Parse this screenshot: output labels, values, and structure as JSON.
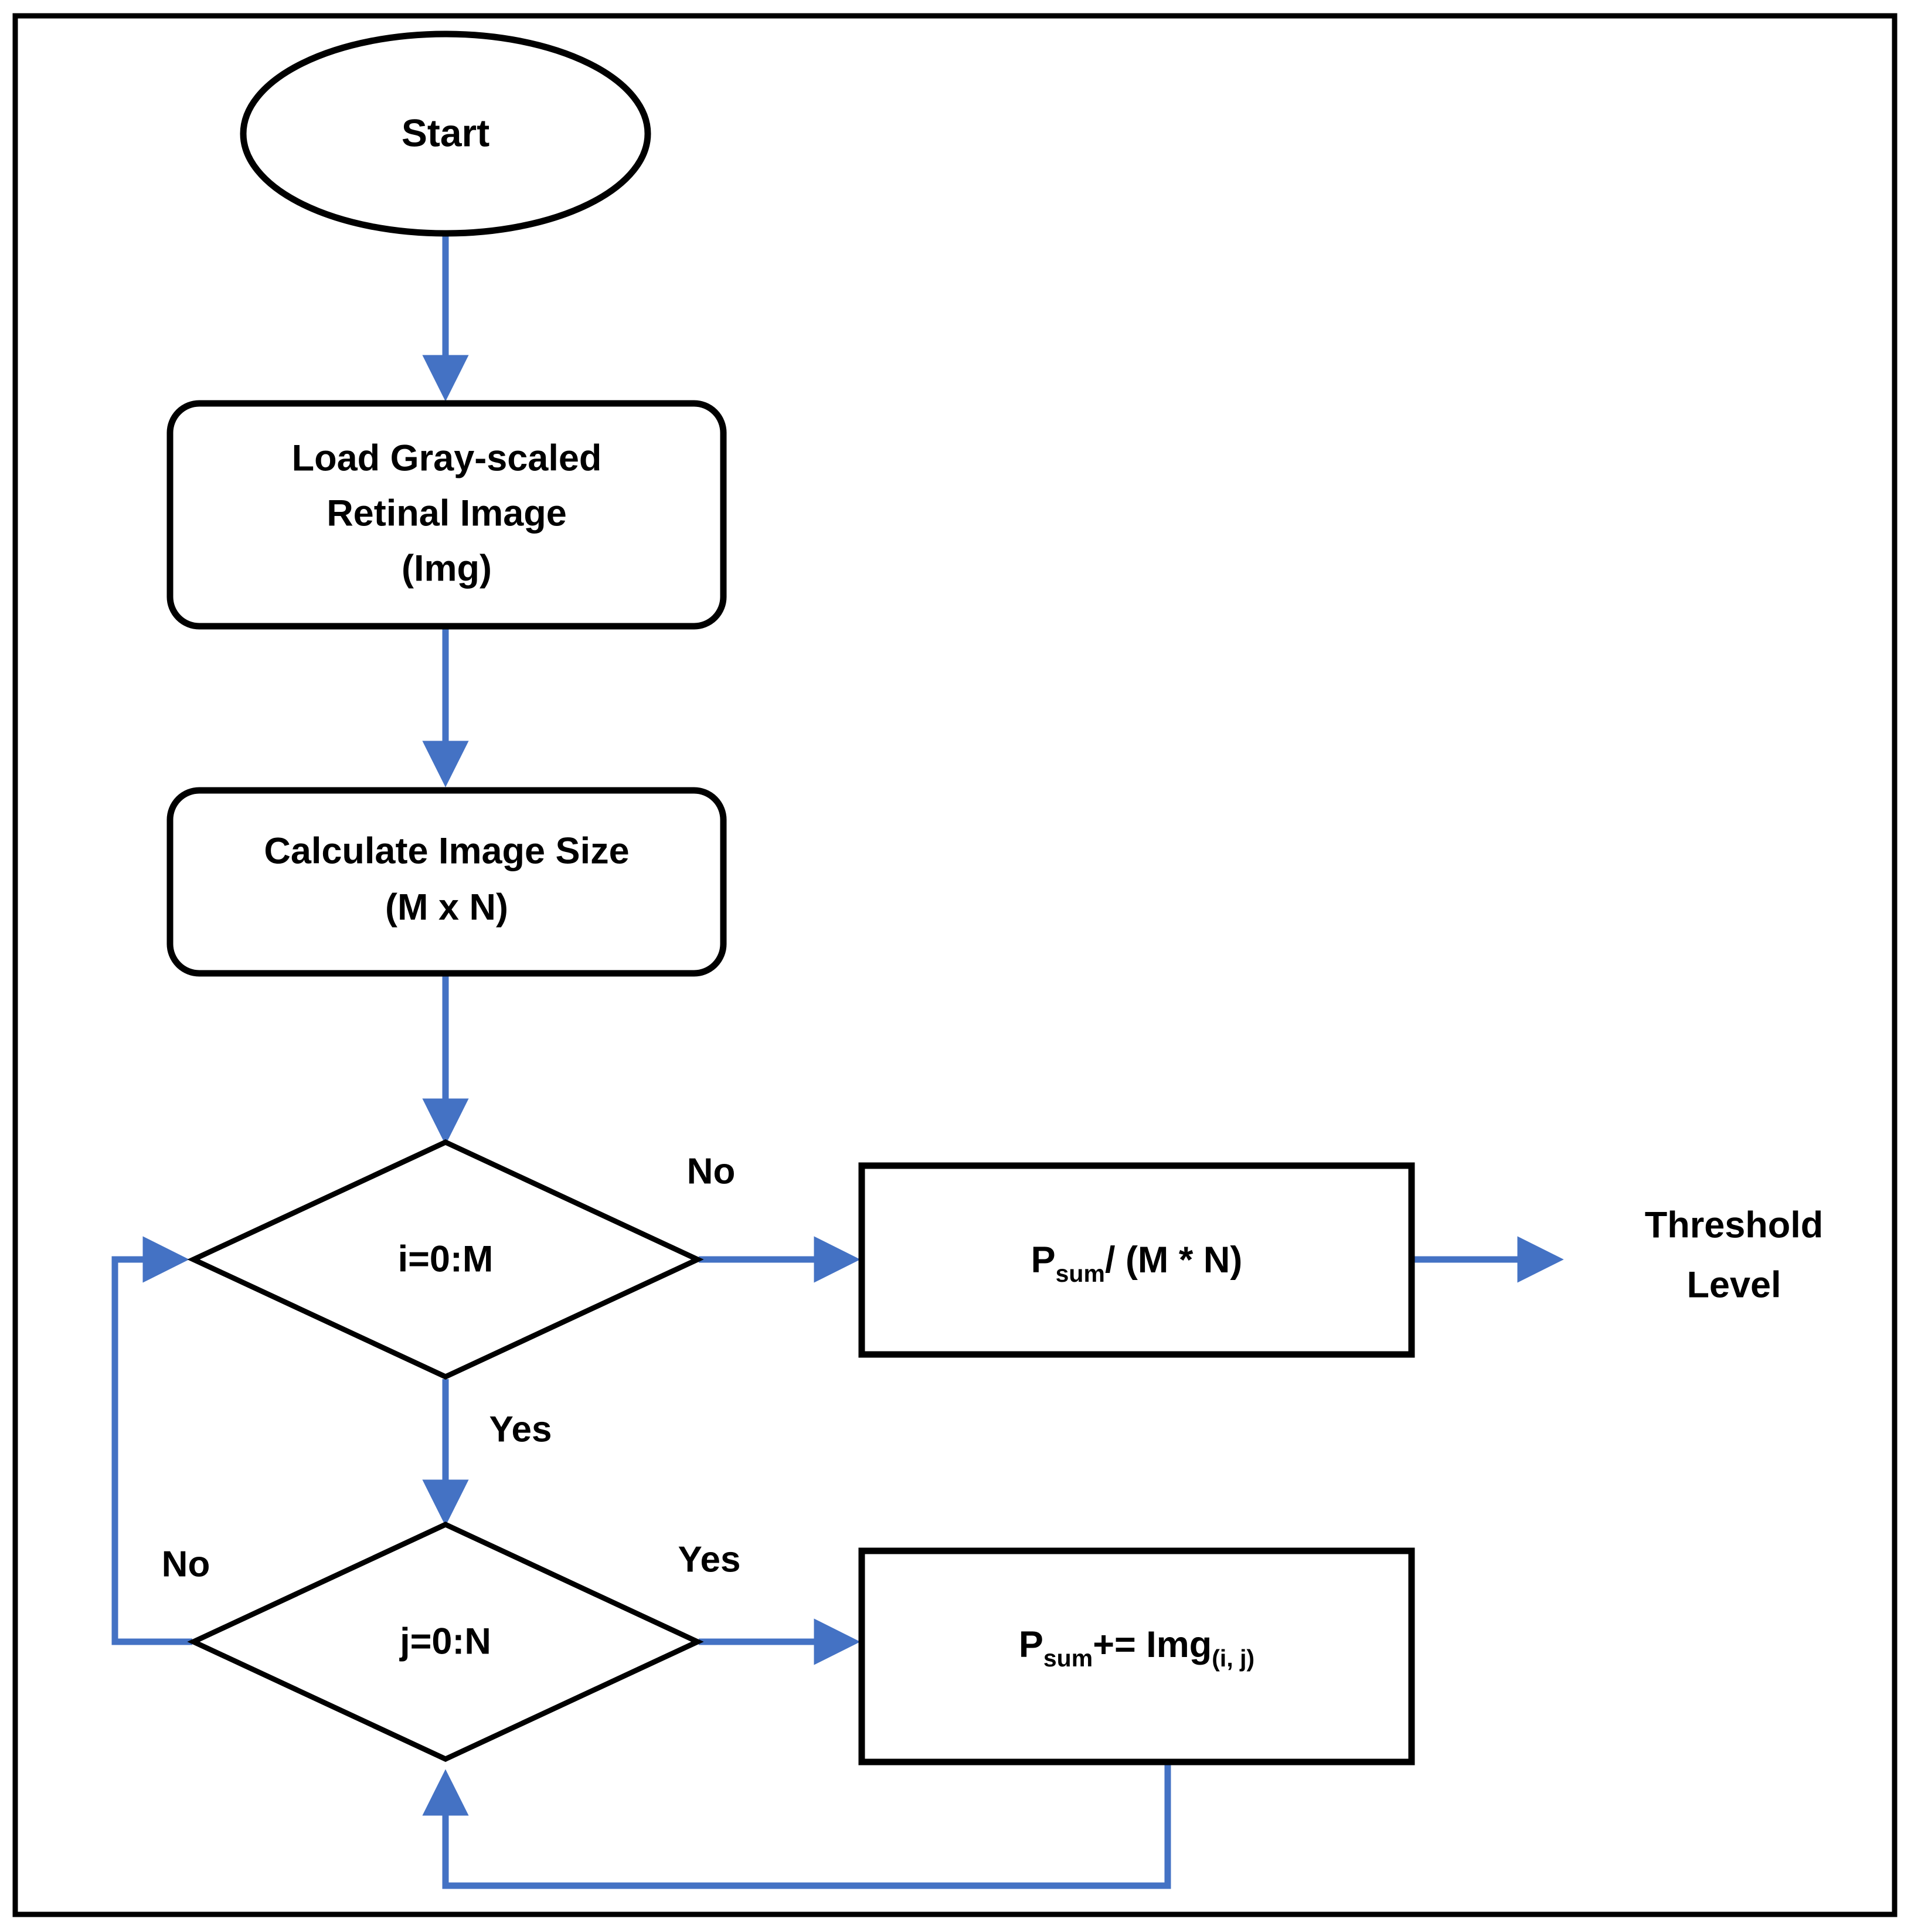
{
  "diagram": {
    "title": "Threshold level computation flowchart",
    "accent_color": "#4472C4",
    "line_color": "#000000",
    "background": "#ffffff",
    "nodes": [
      {
        "id": "start",
        "shape": "ellipse",
        "label": "Start"
      },
      {
        "id": "load",
        "shape": "rounded-rectangle",
        "lines": [
          "Load Gray-scaled",
          "Retinal Image",
          "(Img)"
        ]
      },
      {
        "id": "size",
        "shape": "rounded-rectangle",
        "lines": [
          "Calculate Image Size",
          "(M x N)"
        ]
      },
      {
        "id": "loop_i",
        "shape": "diamond",
        "label": "i=0:M"
      },
      {
        "id": "loop_j",
        "shape": "diamond",
        "label": "j=0:N"
      },
      {
        "id": "mean",
        "shape": "rectangle",
        "base": "P",
        "subscript": "sum",
        "tail": " / (M * N)"
      },
      {
        "id": "accumulate",
        "shape": "rectangle",
        "base": "P",
        "subscript": "sum",
        "tail": " += Img",
        "tail_subscript": "(i, j)"
      },
      {
        "id": "threshold",
        "shape": "text",
        "lines": [
          "Threshold",
          "Level"
        ]
      }
    ],
    "edges": [
      {
        "from": "start",
        "to": "load",
        "label": ""
      },
      {
        "from": "load",
        "to": "size",
        "label": ""
      },
      {
        "from": "size",
        "to": "loop_i",
        "label": ""
      },
      {
        "from": "loop_i",
        "to": "mean",
        "label": "No"
      },
      {
        "from": "loop_i",
        "to": "loop_j",
        "label": "Yes"
      },
      {
        "from": "mean",
        "to": "threshold",
        "label": ""
      },
      {
        "from": "loop_j",
        "to": "accumulate",
        "label": "Yes"
      },
      {
        "from": "loop_j",
        "to": "loop_i",
        "label": "No"
      },
      {
        "from": "accumulate",
        "to": "loop_j",
        "label": ""
      }
    ],
    "labels": {
      "start": "Start",
      "load_l1": "Load Gray-scaled",
      "load_l2": "Retinal Image",
      "load_l3": "(Img)",
      "size_l1": "Calculate Image Size",
      "size_l2": "(M x N)",
      "loop_i": "i=0:M",
      "loop_j": "j=0:N",
      "mean_base": "P",
      "mean_sub": "sum",
      "mean_tail": "/ (M * N)",
      "acc_base": "P",
      "acc_sub": "sum",
      "acc_op": "+= Img",
      "acc_sub2": "(i, j)",
      "threshold_l1": "Threshold",
      "threshold_l2": "Level",
      "no_i": "No",
      "yes_i": "Yes",
      "yes_j": "Yes",
      "no_j": "No"
    }
  }
}
